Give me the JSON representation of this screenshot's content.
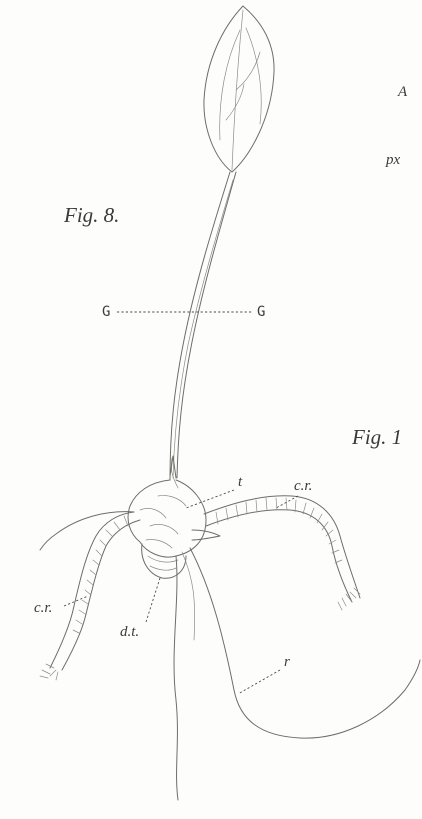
{
  "labels": {
    "fig8": "Fig. 8.",
    "fig_partial": "Fig. 1",
    "partial_a": "A",
    "partial_px": "px",
    "section_left": "G",
    "section_right": "G",
    "t": "t",
    "cr_right": "c.r.",
    "cr_left": "c.r.",
    "dt": "d.t.",
    "r": "r"
  }
}
